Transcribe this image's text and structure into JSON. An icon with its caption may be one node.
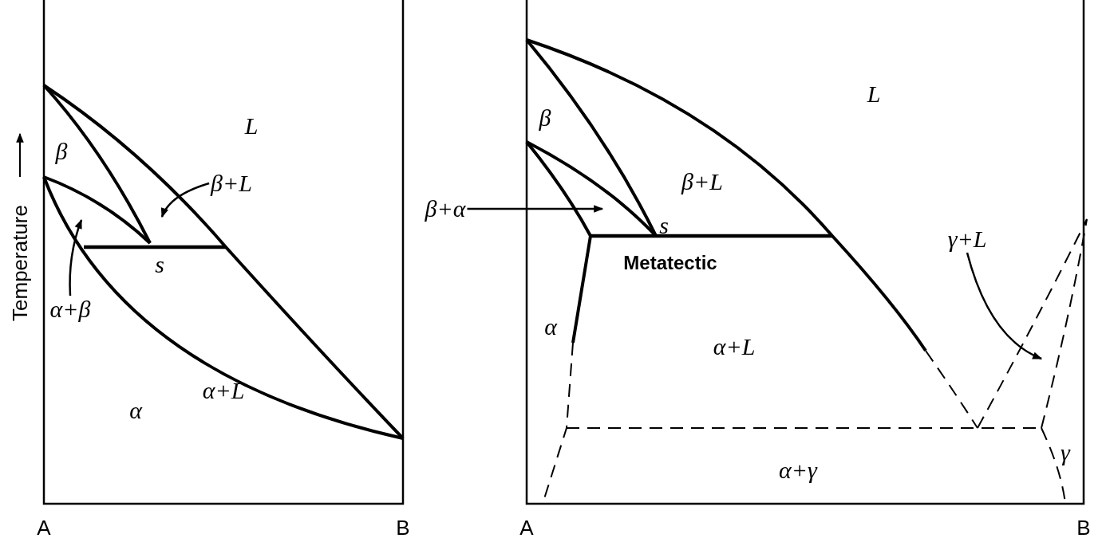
{
  "diagram": {
    "nodes": [
      {
        "text": [
          "β+L"
        ]
      },
      {
        "text": [
          "α+β"
        ]
      },
      {
        "text": [
          "β+α"
        ]
      },
      {
        "text": [
          "γ+L"
        ]
      }
    ],
    "edges": [
      {
        "from": 0,
        "to": null,
        "arrow": "to"
      },
      {
        "from": 1,
        "to": null,
        "arrow": "to"
      },
      {
        "from": 2,
        "to": null,
        "arrow": "to"
      },
      {
        "from": 3,
        "to": null,
        "arrow": "to"
      }
    ],
    "labels": [
      "Temperature",
      "L",
      "β",
      "s",
      "α+L",
      "α",
      "A",
      "B",
      "L",
      "β",
      "β+L",
      "s",
      "Metatectic",
      "α",
      "α+L",
      "γ",
      "α+γ",
      "A",
      "B"
    ]
  }
}
